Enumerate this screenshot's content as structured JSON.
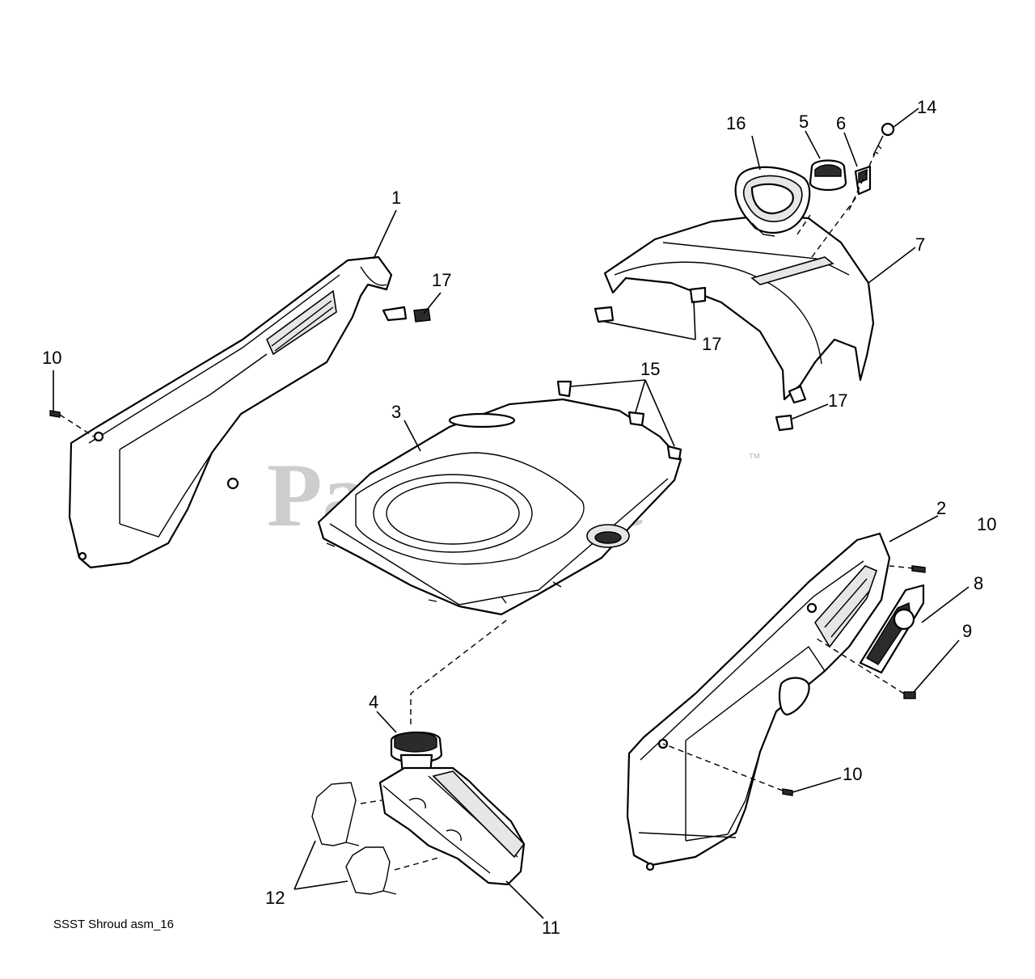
{
  "watermark": {
    "text": "PartsTree",
    "trademark": "™"
  },
  "caption": "SSST Shroud asm_16",
  "callouts": {
    "c1": "1",
    "c2": "2",
    "c3": "3",
    "c4": "4",
    "c5": "5",
    "c6": "6",
    "c7": "7",
    "c8": "8",
    "c9": "9",
    "c10a": "10",
    "c10b": "10",
    "c10c": "10",
    "c11": "11",
    "c12": "12",
    "c14": "14",
    "c15": "15",
    "c16": "16",
    "c17a": "17",
    "c17b": "17",
    "c17c": "17"
  }
}
